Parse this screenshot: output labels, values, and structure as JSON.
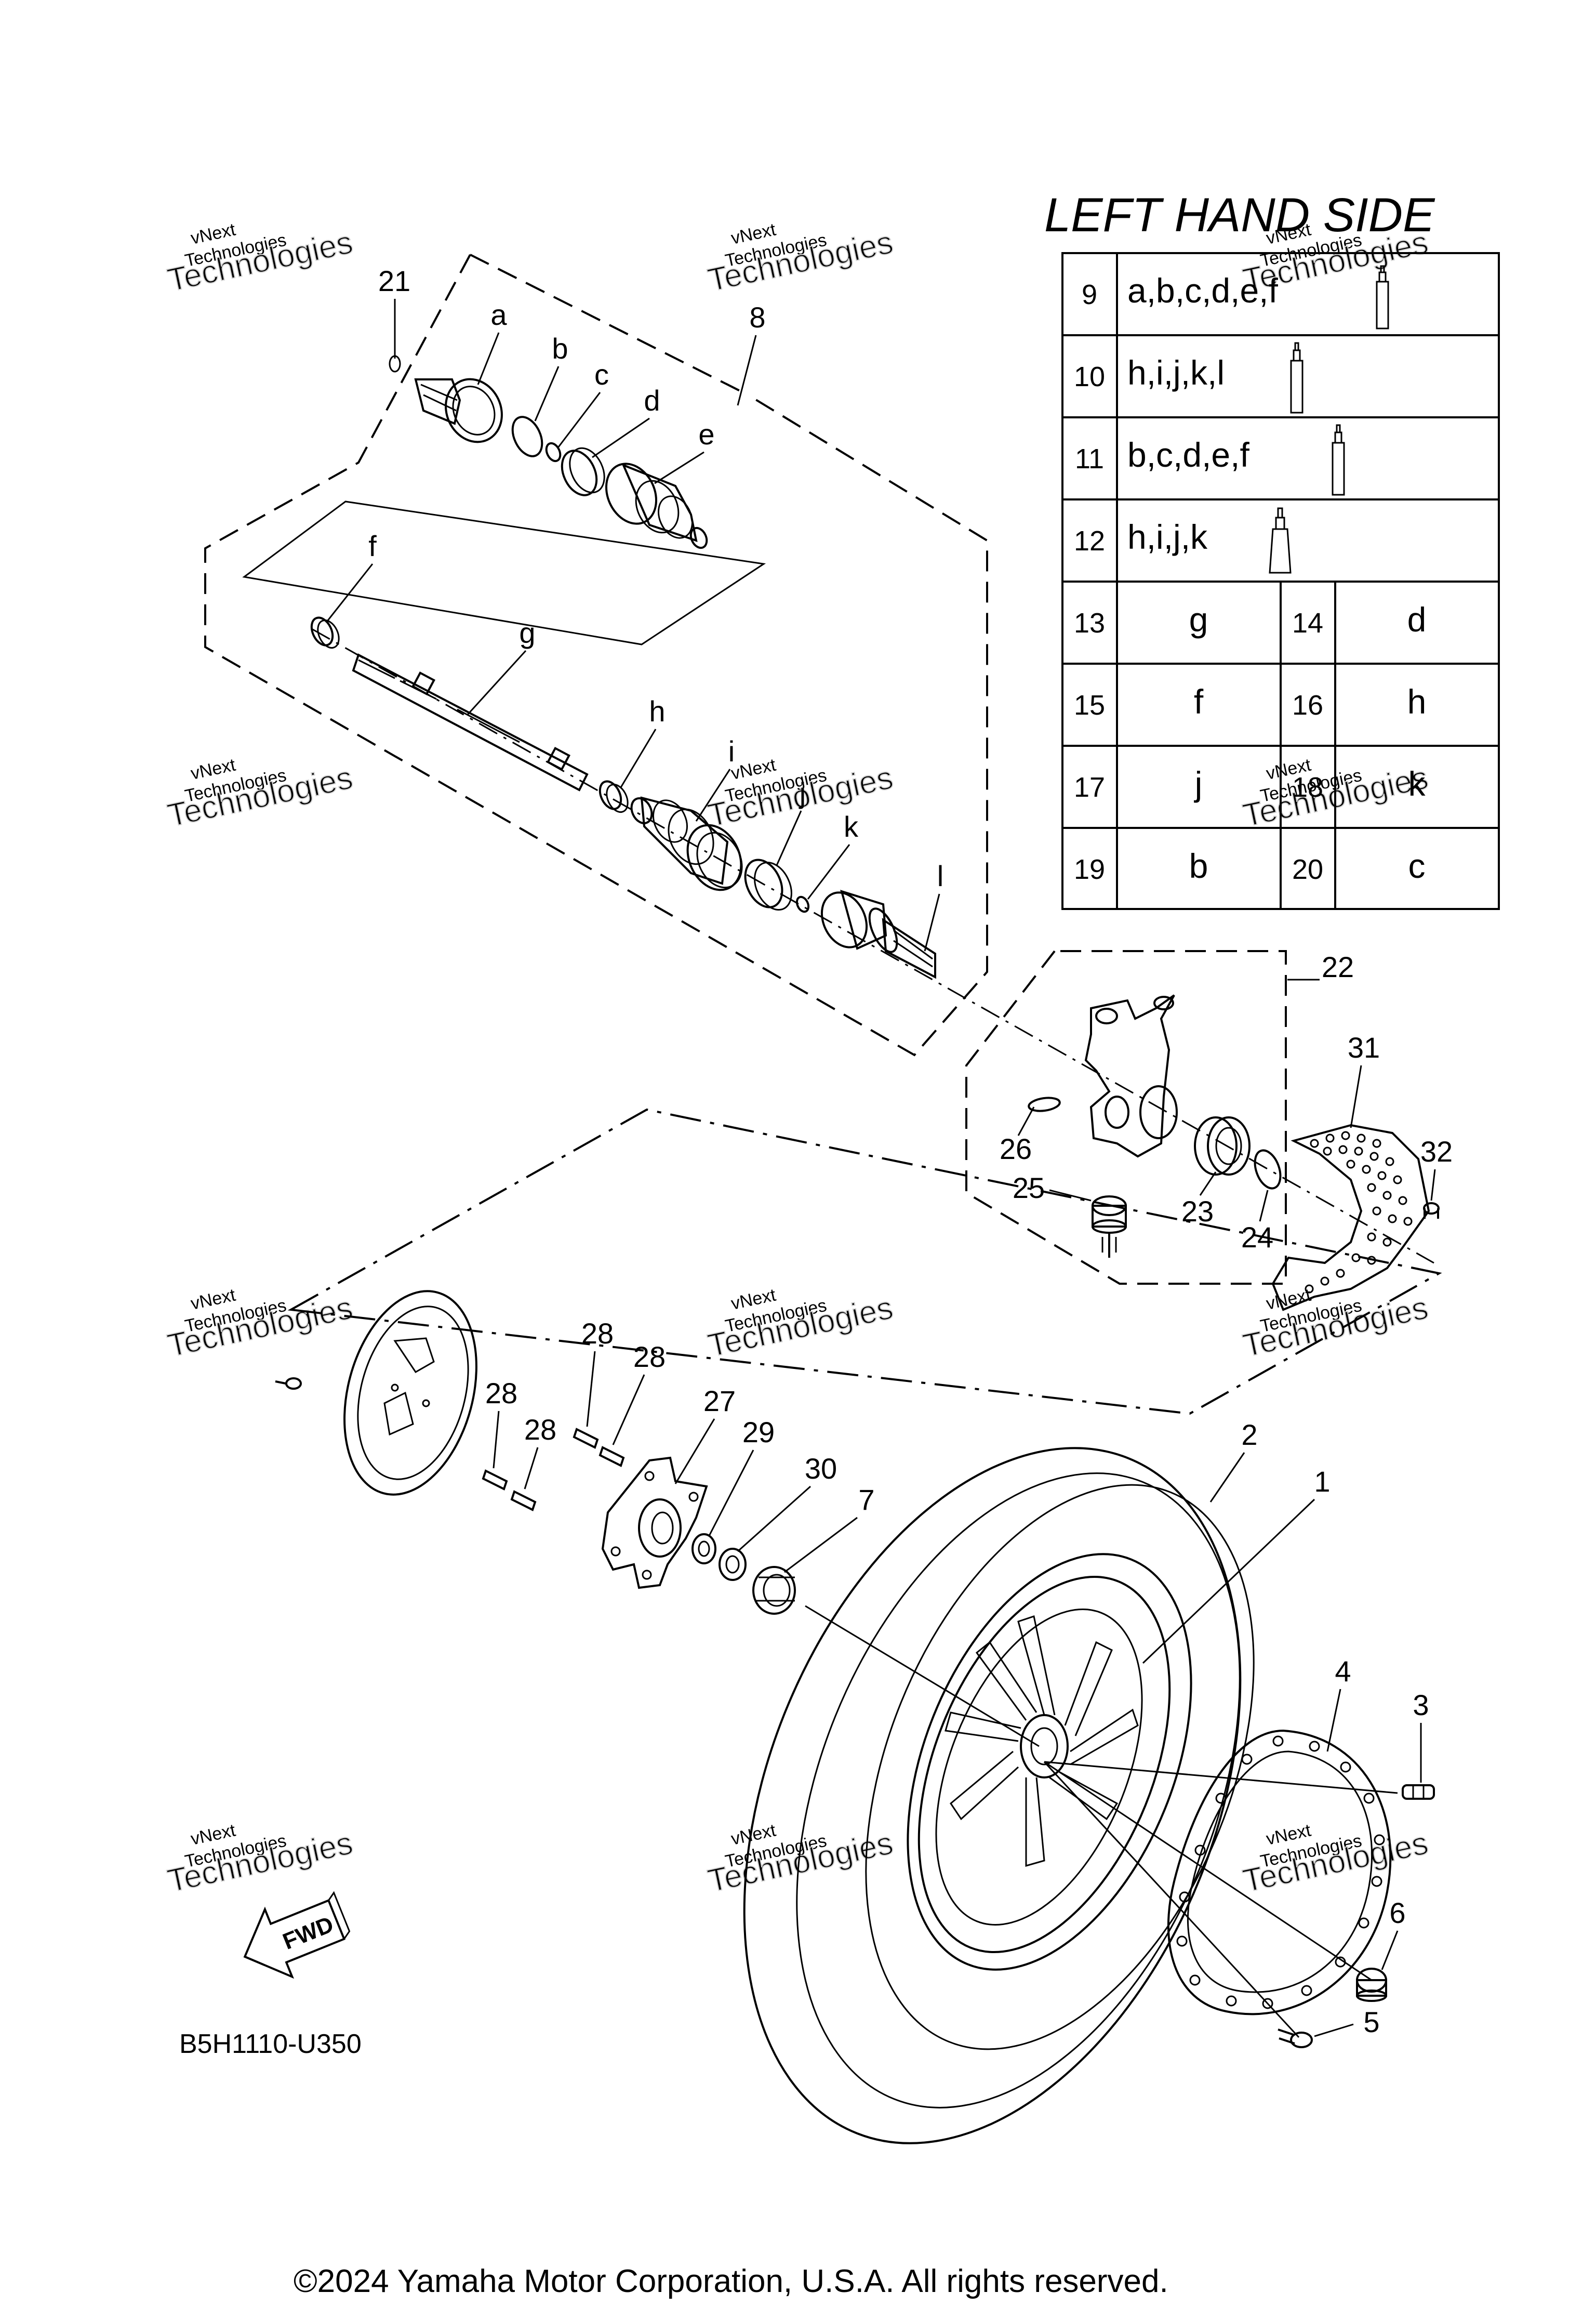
{
  "title": "LEFT HAND SIDE",
  "diagram_code": "B5H1110-U350",
  "copyright": "©2024 Yamaha Motor Corporation, U.S.A. All rights reserved.",
  "fwd_label": "FWD",
  "watermark_line1": "vNext",
  "watermark_line2": "Technologies",
  "parts_table": [
    {
      "num": "9",
      "parts": "a,b,c,d,e,f"
    },
    {
      "num": "10",
      "parts": "h,i,j,k,l"
    },
    {
      "num": "11",
      "parts": "b,c,d,e,f"
    },
    {
      "num": "12",
      "parts": "h,i,j,k"
    }
  ],
  "pairs_table": [
    {
      "n1": "13",
      "p1": "g",
      "n2": "14",
      "p2": "d"
    },
    {
      "n1": "15",
      "p1": "f",
      "n2": "16",
      "p2": "h"
    },
    {
      "n1": "17",
      "p1": "j",
      "n2": "18",
      "p2": "k"
    },
    {
      "n1": "19",
      "p1": "b",
      "n2": "20",
      "p2": "c"
    }
  ],
  "callouts": {
    "c1": "1",
    "c2": "2",
    "c3": "3",
    "c4": "4",
    "c5": "5",
    "c6": "6",
    "c7": "7",
    "c8": "8",
    "c21": "21",
    "c22": "22",
    "c23": "23",
    "c24": "24",
    "c25": "25",
    "c26": "26",
    "c27": "27",
    "c28a": "28",
    "c28b": "28",
    "c28c": "28",
    "c28d": "28",
    "c29": "29",
    "c30": "30",
    "c31": "31",
    "c32": "32",
    "la": "a",
    "lb": "b",
    "lc": "c",
    "ld": "d",
    "le": "e",
    "lf": "f",
    "lg": "g",
    "lh": "h",
    "li": "i",
    "lj": "j",
    "lk": "k",
    "ll": "l"
  }
}
